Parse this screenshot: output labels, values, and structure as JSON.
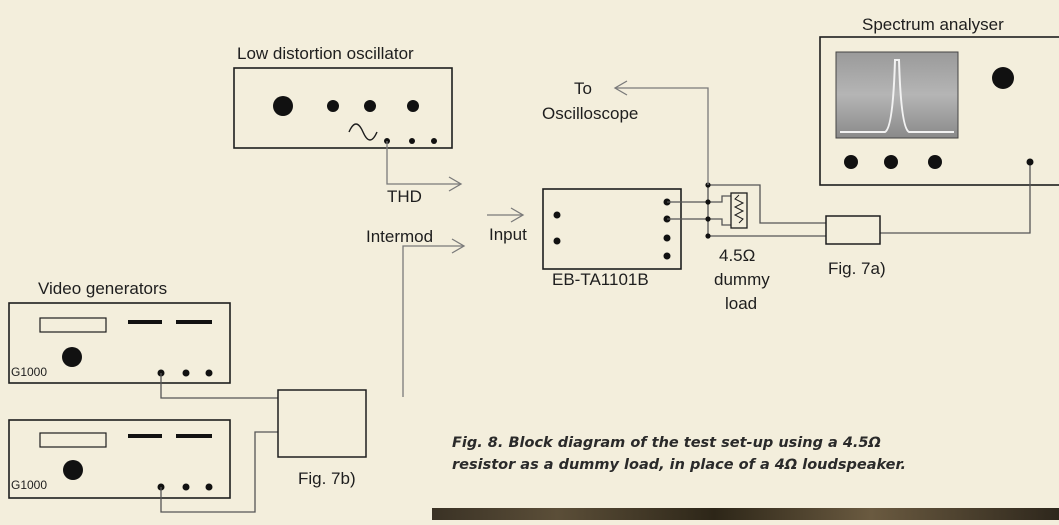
{
  "labels": {
    "spectrum_analyser": "Spectrum analyser",
    "oscillator": "Low distortion oscillator",
    "to": "To",
    "oscilloscope": "Oscilloscope",
    "thd": "THD",
    "intermod": "Intermod",
    "input": "Input",
    "amplifier": "EB-TA1101B",
    "load_value": "4.5Ω",
    "load_word1": "dummy",
    "load_word2": "load",
    "fig7a": "Fig. 7a)",
    "fig7b": "Fig. 7b)",
    "video_generators": "Video  generators",
    "gen1_model": "G1000",
    "gen2_model": "G1000"
  },
  "caption": {
    "line1": "Fig. 8. Block diagram of the test set-up using a 4.5Ω",
    "line2": "resistor as a dummy load, in place of a 4Ω loudspeaker."
  },
  "colors": {
    "background": "#f3eedc",
    "stroke": "#1e1e1e",
    "wire": "#555555",
    "arrow": "#7a7a7a"
  }
}
